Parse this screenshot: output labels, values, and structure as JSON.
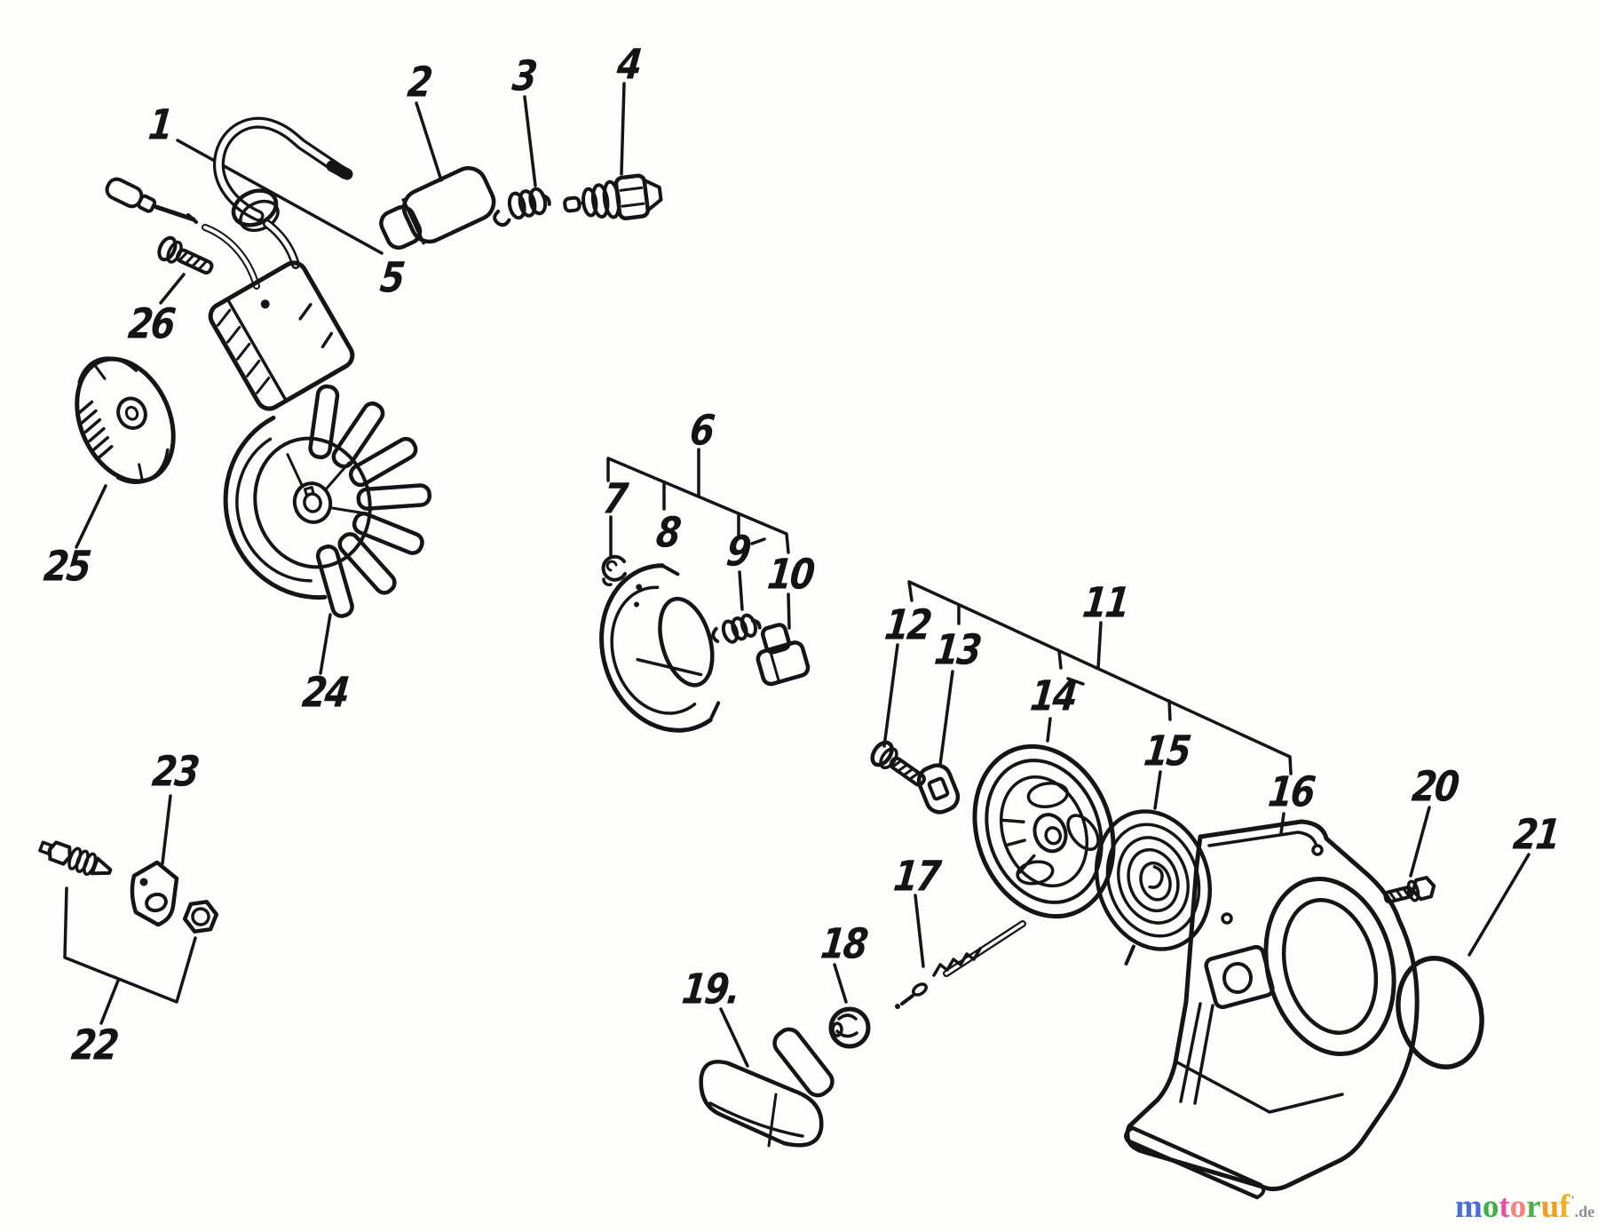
{
  "callouts": [
    {
      "label": "1"
    },
    {
      "label": "2"
    },
    {
      "label": "3"
    },
    {
      "label": "4"
    },
    {
      "label": "5"
    },
    {
      "label": "6"
    },
    {
      "label": "7"
    },
    {
      "label": "8"
    },
    {
      "label": "9"
    },
    {
      "label": "10"
    },
    {
      "label": "11"
    },
    {
      "label": "12"
    },
    {
      "label": "13"
    },
    {
      "label": "14"
    },
    {
      "label": "15"
    },
    {
      "label": "16"
    },
    {
      "label": "17"
    },
    {
      "label": "18"
    },
    {
      "label": "19."
    },
    {
      "label": "20"
    },
    {
      "label": "21"
    },
    {
      "label": "22"
    },
    {
      "label": "23"
    },
    {
      "label": "24"
    },
    {
      "label": "25"
    },
    {
      "label": "26"
    }
  ],
  "logo": {
    "letters": [
      {
        "char": "m",
        "color": "#4a6fd0"
      },
      {
        "char": "o",
        "color": "#3faf46"
      },
      {
        "char": "t",
        "color": "#e5539f"
      },
      {
        "char": "o",
        "color": "#f4837d"
      },
      {
        "char": "r",
        "color": "#4fae4c"
      },
      {
        "char": "u",
        "color": "#f59b1f"
      },
      {
        "char": "f",
        "color": "#edb124"
      }
    ],
    "mark": "'",
    "tld": ".de",
    "tld_color": "#8c8c8c",
    "ink_color": "#141414"
  }
}
